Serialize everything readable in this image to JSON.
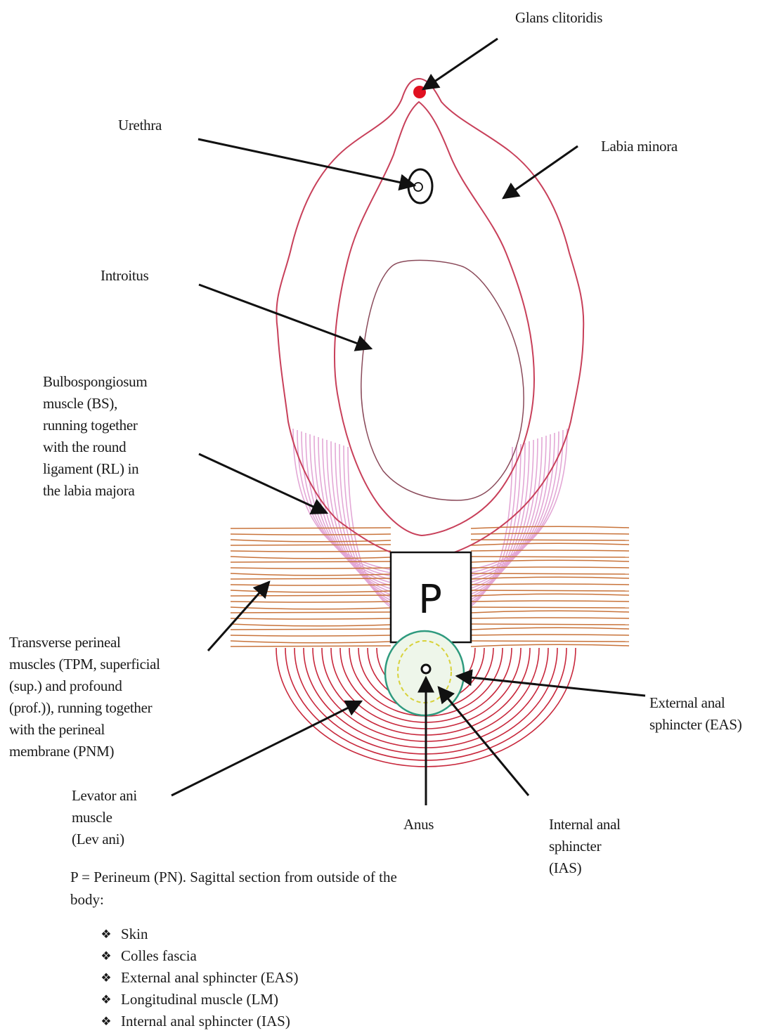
{
  "labels": {
    "glans_clitoridis": "Glans clitoridis",
    "urethra": "Urethra",
    "labia_minora": "Labia minora",
    "introitus": "Introitus",
    "bulbospongiosum": [
      "Bulbospongiosum",
      "muscle (BS),",
      "running together",
      "with the round",
      "ligament (RL) in",
      "the labia majora"
    ],
    "transverse_perineal": [
      "Transverse perineal",
      "muscles (TPM, superficial",
      "(sup.) and profound",
      "(prof.)), running together",
      "with the perineal",
      "membrane (PNM)"
    ],
    "external_anal_sphincter": [
      "External anal",
      "sphincter (EAS)"
    ],
    "levator_ani": [
      "Levator ani",
      "muscle",
      "(Lev ani)"
    ],
    "anus": "Anus",
    "internal_anal_sphincter": [
      "Internal anal",
      "sphincter",
      "(IAS)"
    ],
    "perineum_letter": "P"
  },
  "caption": [
    "P = Perineum (PN). Sagittal section from outside of the",
    "body:"
  ],
  "layers": [
    "Skin",
    "Colles fascia",
    "External anal sphincter (EAS)",
    "Longitudinal muscle (LM)",
    "Internal anal sphincter (IAS)"
  ],
  "bullet_glyph": "❖",
  "colors": {
    "labia_outline": "#c8405a",
    "bulbospongiosum": "#e3a8d6",
    "transverse_muscle": "#c8733a",
    "levator_ani": "#c8283c",
    "eas_ring": "#2f9a7e",
    "ias_dashed": "#d8d23a",
    "clitoris": "#e01020",
    "arrow": "#111111"
  }
}
